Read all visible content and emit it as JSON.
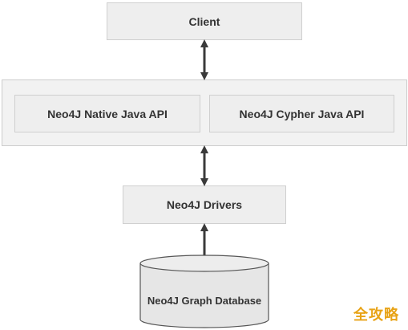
{
  "nodes": {
    "client": "Client",
    "native_api": "Neo4J Native Java API",
    "cypher_api": "Neo4J Cypher Java API",
    "drivers": "Neo4J Drivers",
    "database": "Neo4J Graph Database"
  },
  "watermark": "全攻略",
  "colors": {
    "box_fill": "#eeeeee",
    "box_border": "#cfcfcf",
    "arrow": "#3a3a3a",
    "database_fill": "#e6e6e6",
    "watermark": "#e8a316"
  }
}
